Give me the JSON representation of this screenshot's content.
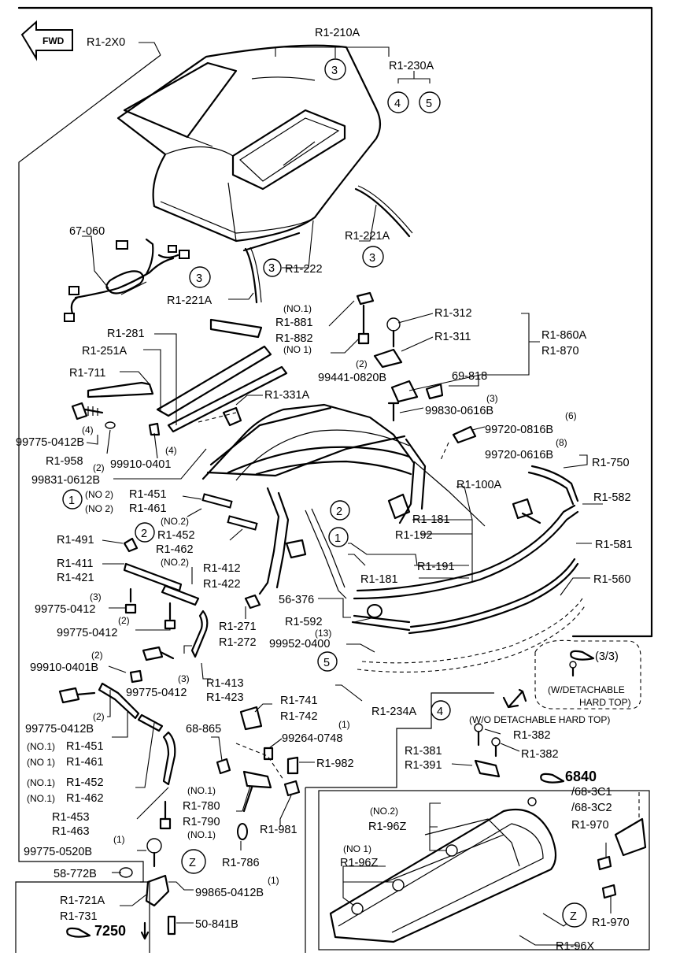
{
  "fwd": "FWD",
  "labels": {
    "r1_2x0": "R1-2X0",
    "r1_210a": "R1-210A",
    "r1_230a": "R1-230A",
    "n3a": "3",
    "n4a": "4",
    "n5a": "5",
    "p67_060": "67-060",
    "r1_221a_top": "R1-221A",
    "n3b": "3",
    "r1_222": "R1-222",
    "n3c": "3",
    "n3d": "3",
    "r1_221a_left": "R1-221A",
    "no1_a": "(NO.1)",
    "r1_881": "R1-881",
    "r1_882": "R1-882",
    "no1_b": "(NO 1)",
    "r1_312": "R1-312",
    "r1_311": "R1-311",
    "r1_860a": "R1-860A",
    "r1_870": "R1-870",
    "r1_281": "R1-281",
    "r1_251a": "R1-251A",
    "r1_711": "R1-711",
    "q2a": "(2)",
    "p99441": "99441-0820B",
    "p69_818": "69-818",
    "q3a": "(3)",
    "p99830": "99830-0616B",
    "r1_331a": "R1-331A",
    "q6": "(6)",
    "p99720_0816": "99720-0816B",
    "q8": "(8)",
    "p99720_0616": "99720-0616B",
    "r1_750": "R1-750",
    "q4a": "(4)",
    "p99775_a": "99775-0412B",
    "r1_958": "R1-958",
    "p99910_a": "99910-0401",
    "q4b": "(4)",
    "q2b": "(2)",
    "p99831": "99831-0612B",
    "n1a": "1",
    "no2_451": "(NO 2)",
    "r1_451a": "R1-451",
    "no2_461": "(NO 2)",
    "r1_461a": "R1-461",
    "r1_100a": "R1-100A",
    "r1_582": "R1-582",
    "no2_c": "(NO.2)",
    "n2a": "2",
    "r1_452a": "R1-452",
    "r1_462a": "R1-462",
    "no2_d": "(NO.2)",
    "n2b": "2",
    "r1_181a": "R1-181",
    "r1_192": "R1-192",
    "n1b": "1",
    "r1_581": "R1-581",
    "r1_491": "R1-491",
    "r1_411": "R1-411",
    "r1_421": "R1-421",
    "r1_412": "R1-412",
    "r1_422": "R1-422",
    "r1_191": "R1-191",
    "r1_181b": "R1-181",
    "r1_560": "R1-560",
    "q3b": "(3)",
    "p99775_b": "99775-0412",
    "q2c": "(2)",
    "p99775_c": "99775-0412",
    "p56_376": "56-376",
    "r1_271": "R1-271",
    "r1_272": "R1-272",
    "r1_592": "R1-592",
    "p99952": "99952-0400",
    "q13": "(13)",
    "n5b": "5",
    "q2d": "(2)",
    "p99910_b": "99910-0401B",
    "q3c": "(3)",
    "p99775_d": "99775-0412",
    "r1_413": "R1-413",
    "r1_423": "R1-423",
    "r1_234a": "R1-234A",
    "n4b": "4",
    "ref_33": "(3/3)",
    "wdet1": "(W/DETACHABLE",
    "wdet2": "HARD TOP)",
    "wodet": "(W/O DETACHABLE HARD TOP)",
    "q2e": "(2)",
    "p99775_e": "99775-0412B",
    "no1_451": "(NO.1)",
    "r1_451b": "R1-451",
    "no1_461": "(NO 1)",
    "r1_461b": "R1-461",
    "no1_452": "(NO.1)",
    "r1_452b": "R1-452",
    "no1_462": "(NO.1)",
    "r1_462b": "R1-462",
    "r1_453": "R1-453",
    "r1_463": "R1-463",
    "r1_741": "R1-741",
    "r1_742": "R1-742",
    "p68_865": "68-865",
    "q1a": "(1)",
    "p99264": "99264-0748",
    "r1_982": "R1-982",
    "no1_780": "(NO.1)",
    "r1_780": "R1-780",
    "r1_790": "R1-790",
    "no1_790": "(NO.1)",
    "r1_981": "R1-981",
    "r1_786": "R1-786",
    "r1_382a": "R1-382",
    "r1_381": "R1-381",
    "r1_391": "R1-391",
    "r1_382b": "R1-382",
    "ref_6840": "6840",
    "ref_683c1": "/68-3C1",
    "ref_683c2": "/68-3C2",
    "no2_96z": "(NO.2)",
    "r1_96z_a": "R1-96Z",
    "no1_96z": "(NO 1)",
    "r1_96z_b": "R1-96Z",
    "r1_970a": "R1-970",
    "r1_970b": "R1-970",
    "q1b": "(1)",
    "p99775_0520": "99775-0520B",
    "p58_772": "58-772B",
    "z_a": "Z",
    "q1c": "(1)",
    "p99865": "99865-0412B",
    "r1_721a": "R1-721A",
    "r1_731": "R1-731",
    "ref_7250": "7250",
    "p50_841": "50-841B",
    "z_b": "Z",
    "r1_96x": "R1-96X"
  }
}
